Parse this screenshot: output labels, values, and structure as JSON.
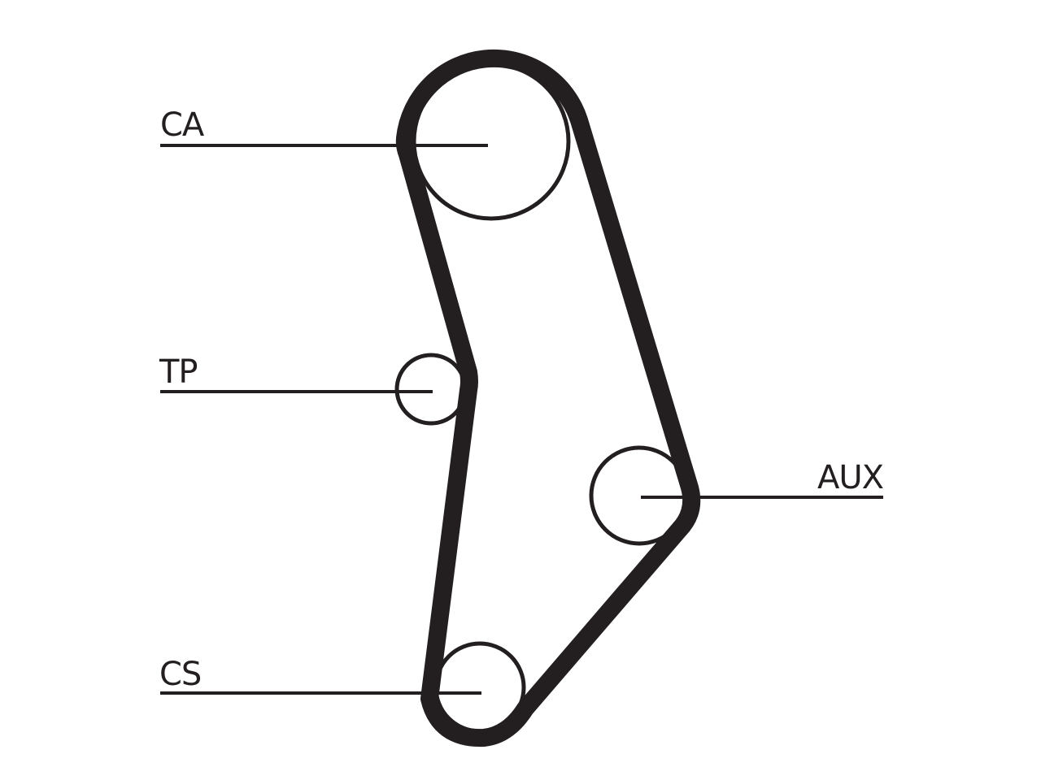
{
  "colors": {
    "stroke": "#231f20",
    "background": "#ffffff"
  },
  "pulleys": {
    "ca": {
      "label": "CA"
    },
    "tp": {
      "label": "TP"
    },
    "aux": {
      "label": "AUX"
    },
    "cs": {
      "label": "CS"
    }
  }
}
